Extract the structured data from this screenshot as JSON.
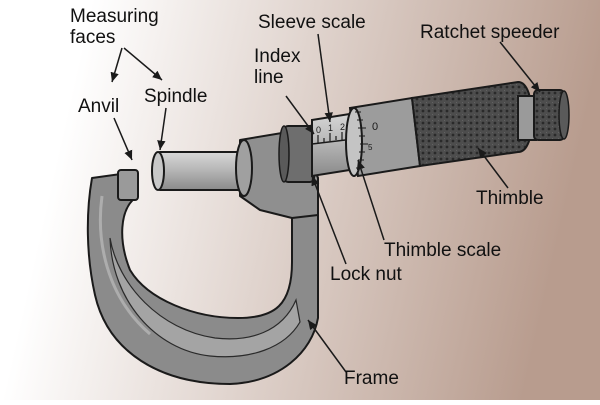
{
  "labels": {
    "measuring_faces": "Measuring faces",
    "anvil": "Anvil",
    "spindle": "Spindle",
    "sleeve_scale": "Sleeve scale",
    "index_line": "Index line",
    "ratchet_speeder": "Ratchet speeder",
    "thimble": "Thimble",
    "thimble_scale": "Thimble scale",
    "lock_nut": "Lock nut",
    "frame": "Frame"
  },
  "sleeve_digits": [
    "0",
    "1",
    "2"
  ],
  "thimble_digits": [
    "0",
    "5"
  ],
  "colors": {
    "background_left": "#ffffff",
    "background_right": "#b89c8e",
    "frame": "#8b8b8b",
    "frame_inset": "#a4a4a4",
    "metal": "#b5b5b5",
    "thimble_knurl": "#4d4d4d",
    "outline": "#1a1a1a"
  }
}
